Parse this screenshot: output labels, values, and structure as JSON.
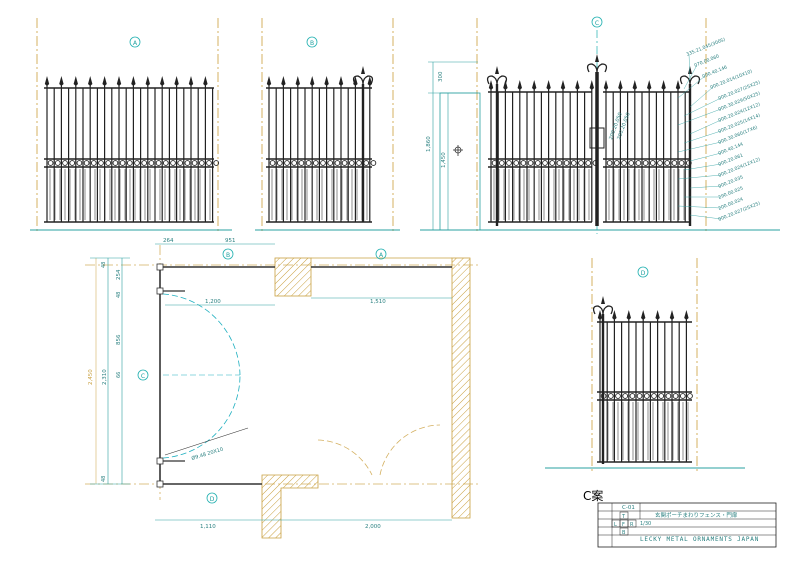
{
  "title_block": {
    "case_label": "C案",
    "drawing_no": "C-01",
    "title": "玄関ポーチまわりフェンス・門扉",
    "scale": "1/30",
    "company": "LECKY METAL ORNAMENTS JAPAN",
    "row_letters": [
      "T",
      "L",
      "F",
      "R",
      "B"
    ]
  },
  "section_markers": {
    "A": "A",
    "B": "B",
    "C": "C",
    "D": "D"
  },
  "elevation_c": {
    "dim_left_top": "300",
    "dim_left_mid": "1,860",
    "dim_left_inner": "1,450",
    "center_labels": [
      "200.20.050",
      "200.20.050"
    ],
    "callouts": [
      "335.21.045(300S)",
      "070.00.060",
      "000.40.146",
      "000.20.014(10X10)",
      "000.20.027(25X25)",
      "000.30.029(50X25)",
      "000.20.024(12X12)",
      "000.20.025(14X14)",
      "000.30.060(17X6)",
      "000.40.144",
      "000.20.061",
      "000.20.024(12X12)",
      "000.20.035",
      "290.00.025",
      "200.00.024",
      "000.20.027(25X25)"
    ]
  },
  "plan": {
    "dim_264": "264",
    "dim_951": "951",
    "dim_1200": "1,200",
    "dim_1510": "1,510",
    "dim_254": "254",
    "dim_856": "856",
    "dim_2310": "2,310",
    "dim_2450": "2,450",
    "dim_1110": "1,110",
    "dim_2000": "2,000",
    "post_note": "Ø9.48 20X10",
    "left_small_1": "48",
    "left_small_2": "66",
    "left_small_3": "48",
    "left_small_4": "48"
  }
}
